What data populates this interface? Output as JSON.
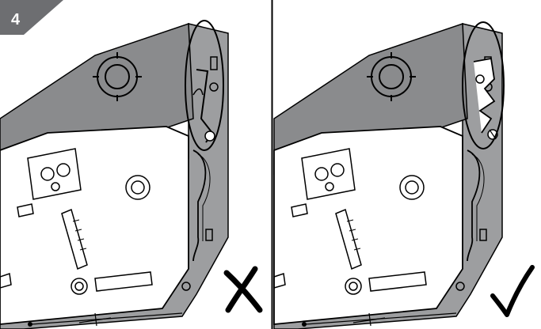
{
  "step": {
    "number": "4",
    "badge_color": "#6d6e71"
  },
  "panels": [
    {
      "name": "incorrect",
      "result": "cross-icon"
    },
    {
      "name": "correct",
      "result": "check-icon"
    }
  ],
  "colors": {
    "top_cover": "#8a8b8d",
    "frame": "#9d9ea0",
    "plate": "#ffffff",
    "divider": "#000000",
    "highlight_ellipse": "#000000"
  }
}
